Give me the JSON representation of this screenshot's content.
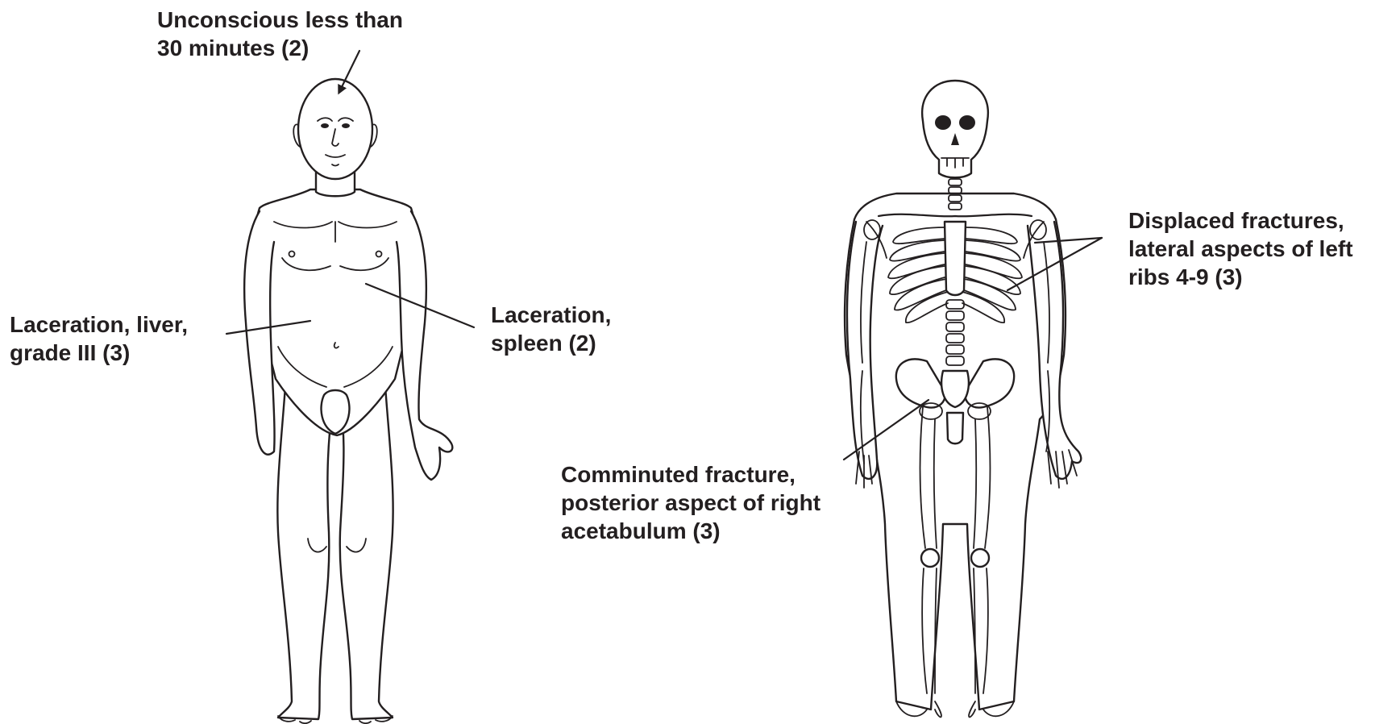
{
  "annotations": {
    "head": [
      "Unconscious less than",
      "30 minutes (2)"
    ],
    "liver": [
      "Laceration, liver,",
      "grade III  (3)"
    ],
    "spleen": [
      "Laceration,",
      "spleen  (2)"
    ],
    "ribs": [
      "Displaced fractures,",
      "lateral aspects of left",
      "ribs 4-9 (3)"
    ],
    "acetabulum": [
      "Comminuted fracture,",
      "posterior aspect of right",
      "acetabulum (3)"
    ]
  },
  "colors": {
    "ink": "#231f20",
    "background": "#ffffff"
  }
}
